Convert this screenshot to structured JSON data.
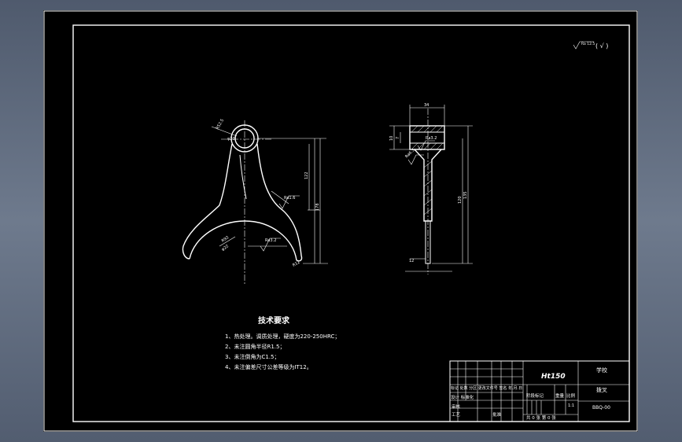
{
  "surface_mark": {
    "value": "Ra 12.5",
    "suffix": "( √ )"
  },
  "front_view": {
    "dims": [
      "R52.5",
      "122",
      "178",
      "R92",
      "R12",
      "φ20",
      "φ22"
    ],
    "roughness": [
      "Ra1.6",
      "Ra3.2"
    ]
  },
  "side_view": {
    "dims": [
      "34",
      "10",
      "7",
      "135",
      "120",
      "12"
    ],
    "roughness": [
      "Ra3.2",
      "Ra6.3"
    ]
  },
  "requirements": {
    "title": "技术要求",
    "items": [
      "1、热处理。调质处理，硬度为220-250HRC；",
      "2、未注圆角半径R1.5；",
      "3、未注倒角为C1.5；",
      "4、未注偏差尺寸公差等级为IT12。"
    ]
  },
  "title_block": {
    "material": "Ht150",
    "school": "学校",
    "part_name": "拨叉",
    "drawing_no": "BBQ-00",
    "scale": "1:1",
    "header_row": "标记 处数 分区 更改文件号 签名 年.月.日",
    "design_row": "设计 标准化",
    "review": "审核",
    "process": "工艺",
    "approve": "批准",
    "stage_label": "阶段标记",
    "weight_label": "重量",
    "scale_label": "比例",
    "sheets": "共 0 张  第 0 张"
  }
}
